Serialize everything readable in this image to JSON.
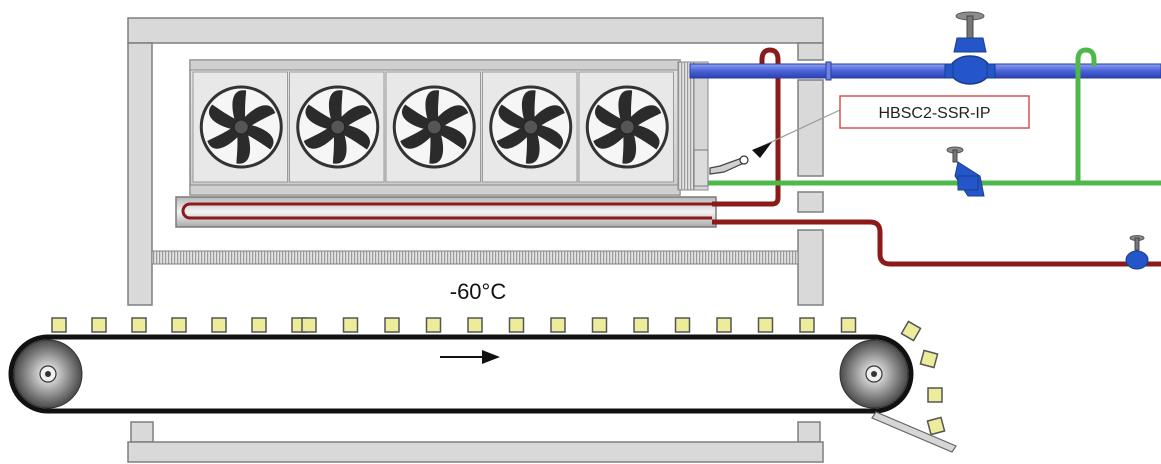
{
  "diagram": {
    "temperature_label": "-60°C",
    "sensor_tag": "HBSC2-SSR-IP"
  },
  "colors": {
    "frame_fill": "#d9d9d9",
    "frame_stroke": "#7f7f7f",
    "pipe_blue": "#4a62d8",
    "pipe_green": "#4fb84a",
    "pipe_red": "#8b1a1a",
    "valve_blue": "#2456c9",
    "tag_border": "#d9534f",
    "product_fill": "#ecec9a",
    "belt": "#111111"
  },
  "icons": {
    "fan": "fan-icon",
    "gate_valve": "gate-valve-icon",
    "strainer": "strainer-icon",
    "small_valve": "valve-icon",
    "direction_arrow": "arrow-right-icon",
    "sensor": "sensor-icon"
  },
  "counts": {
    "fans": 5,
    "products_on_belt": 21
  }
}
